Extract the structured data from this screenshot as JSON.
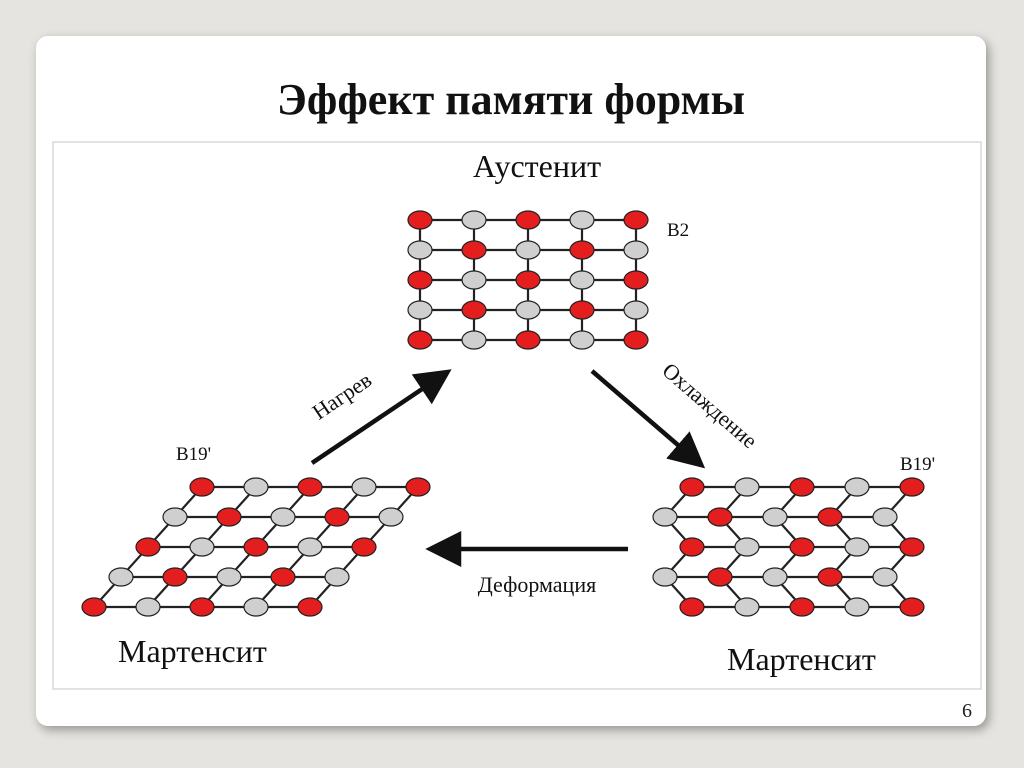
{
  "slide": {
    "title": "Эффект памяти формы",
    "page_number": "6"
  },
  "diagram": {
    "austenite_label": "Аустенит",
    "austenite_structure": "B2",
    "martensite_left_label": "Мартенсит",
    "martensite_left_structure": "B19'",
    "martensite_right_label": "Мартенсит",
    "martensite_right_structure": "B19'",
    "arrow_heating_label": "Нагрев",
    "arrow_cooling_label": "Охлаждение",
    "arrow_deformation_label": "Деформация",
    "colors": {
      "atom_red": "#e41e1e",
      "atom_gray": "#cfcfcf",
      "atom_outline": "#222222",
      "bond": "#222222"
    }
  }
}
